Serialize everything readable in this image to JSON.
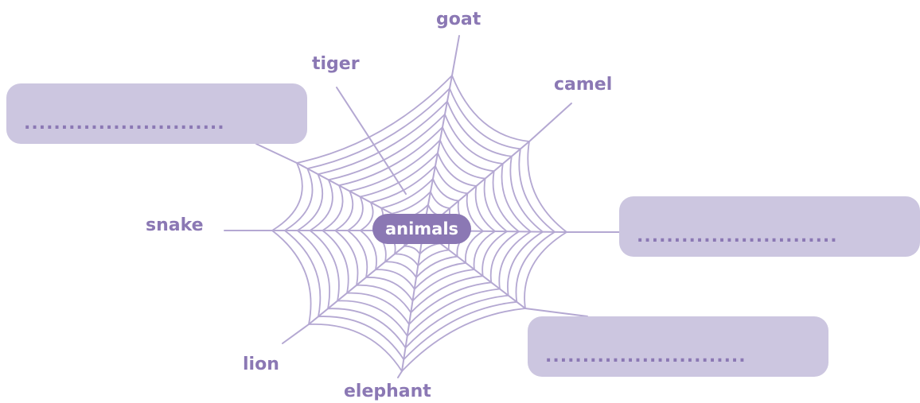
{
  "center": {
    "label": "animals"
  },
  "words": {
    "goat": "goat",
    "tiger": "tiger",
    "camel": "camel",
    "snake": "snake",
    "lion": "lion",
    "elephant": "elephant"
  },
  "answer_boxes": [
    {
      "dots": "...........................",
      "filled_text": ""
    },
    {
      "dots": "...........................",
      "filled_text": ""
    },
    {
      "dots": "...........................",
      "filled_text": ""
    }
  ],
  "colors": {
    "accent": "#8b78b4",
    "box_fill": "#ccc6e0",
    "web_line": "#b4a8d2"
  }
}
